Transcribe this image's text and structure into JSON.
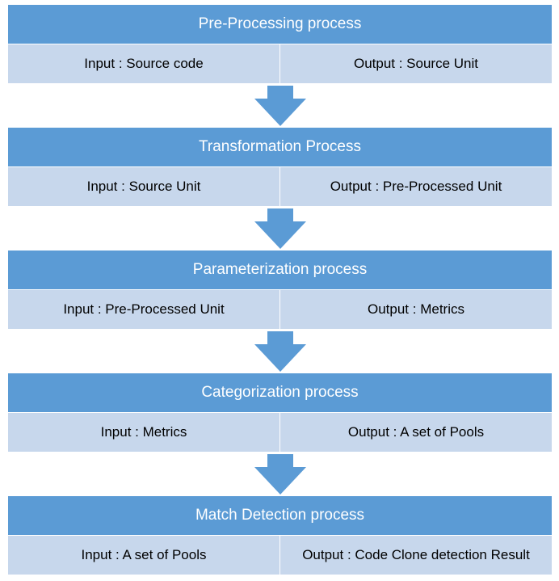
{
  "steps": [
    {
      "title": "Pre-Processing process",
      "input": "Input : Source code",
      "output": "Output : Source Unit"
    },
    {
      "title": "Transformation Process",
      "input": "Input : Source Unit",
      "output": "Output : Pre-Processed Unit"
    },
    {
      "title": "Parameterization process",
      "input": "Input : Pre-Processed Unit",
      "output": "Output : Metrics"
    },
    {
      "title": "Categorization process",
      "input": "Input : Metrics",
      "output": "Output : A set of Pools"
    },
    {
      "title": "Match Detection process",
      "input": "Input : A set of Pools",
      "output": "Output : Code Clone detection Result"
    }
  ],
  "colors": {
    "header": "#5b9bd5",
    "io_row": "#c7d7ec",
    "arrow": "#5b9bd5"
  },
  "icons": {
    "arrow": "down-arrow-icon"
  }
}
